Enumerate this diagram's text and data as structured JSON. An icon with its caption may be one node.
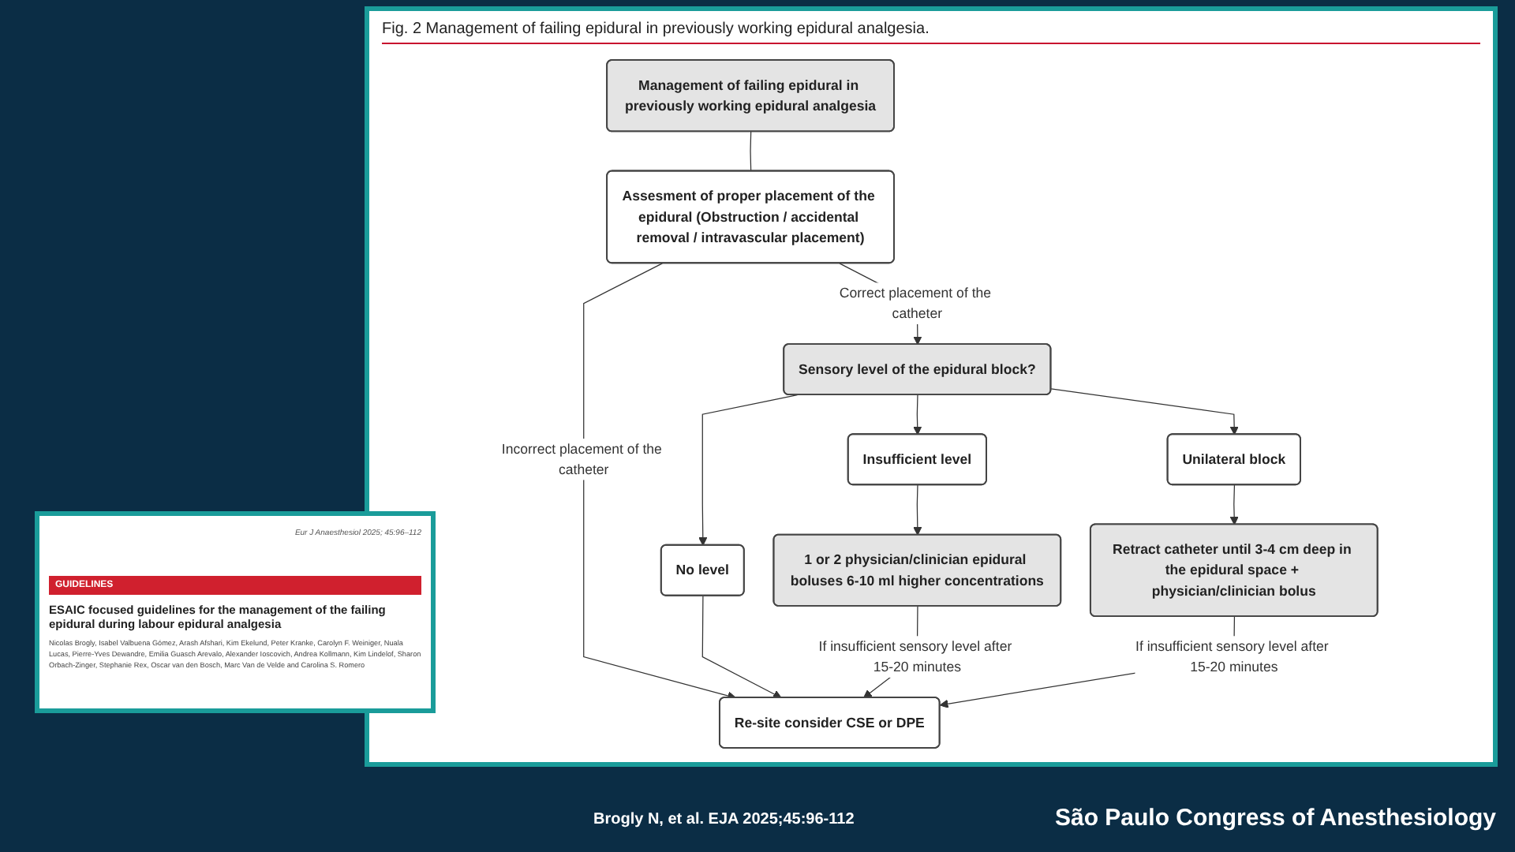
{
  "diagram": {
    "title": "Fig. 2 Management of failing epidural in previously working epidural analgesia.",
    "nodes": [
      {
        "text": [
          "Management of failing epidural in previously working epidural analgesia"
        ]
      },
      {
        "text": [
          "Assesment of proper placement of the epidural (Obstruction / accidental removal / intravascular placement)"
        ]
      },
      {
        "text": [
          "Sensory level of the epidural block?"
        ]
      },
      {
        "text": [
          "No level"
        ]
      },
      {
        "text": [
          "Insufficient level"
        ]
      },
      {
        "text": [
          "Unilateral block"
        ]
      },
      {
        "text": [
          "1 or 2 physician/clinician epidural boluses 6-10 ml higher concentrations"
        ]
      },
      {
        "text": [
          "Retract catheter until 3-4 cm deep in the epidural space + physician/clinician bolus"
        ]
      },
      {
        "text": [
          "Re-site consider CSE or DPE"
        ]
      }
    ],
    "edges": [
      {
        "from": 0,
        "to": 1,
        "arrow": "none"
      },
      {
        "from": 1,
        "to": 2,
        "arrow": "to",
        "label": "Correct placement of the catheter"
      },
      {
        "from": 1,
        "to": 8,
        "arrow": "to",
        "label": "Incorrect placement of the catheter"
      },
      {
        "from": 2,
        "to": 3,
        "arrow": "to"
      },
      {
        "from": 2,
        "to": 4,
        "arrow": "to"
      },
      {
        "from": 2,
        "to": 5,
        "arrow": "to"
      },
      {
        "from": 4,
        "to": 6,
        "arrow": "to"
      },
      {
        "from": 5,
        "to": 7,
        "arrow": "to"
      },
      {
        "from": 3,
        "to": 8,
        "arrow": "to"
      },
      {
        "from": 6,
        "to": 8,
        "arrow": "to",
        "label": "If insufficient sensory level after 15-20 minutes"
      },
      {
        "from": 7,
        "to": 8,
        "arrow": "to",
        "label": "If insufficient sensory level after 15-20 minutes"
      }
    ],
    "labels": [
      "Eur J Anaesthesiol 2025; 45:96–112",
      "GUIDELINES",
      "ESAIC focused guidelines for the management of the failing epidural during labour epidural analgesia",
      "Nicolas Brogly, Isabel Valbuena Gómez, Arash Afshari, Kim Ekelund, Peter Kranke, Carolyn F. Weiniger, Nuala Lucas, Pierre-Yves Dewandre, Emilia Guasch Arevalo, Alexander Ioscovich, Andrea Kollmann, Kim Lindelof, Sharon Orbach-Zinger, Stephanie Rex, Oscar van den Bosch, Marc Van de Velde and Carolina S. Romero",
      "Brogly N, et al. EJA 2025;45:96-112",
      "São Paulo Congress of Anesthesiology"
    ]
  }
}
